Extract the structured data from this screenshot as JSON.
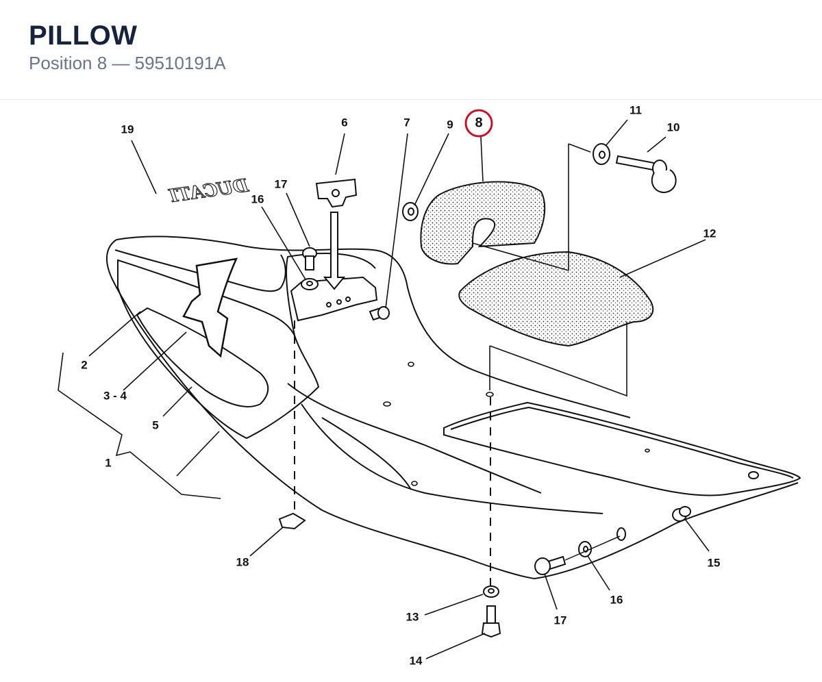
{
  "header": {
    "title": "PILLOW",
    "subtitle": "Position 8 — 59510191A"
  },
  "diagram": {
    "highlight_color": "#c0152b",
    "line_color": "#111111",
    "logo_text": "DUCATI",
    "callouts": {
      "c1": "1",
      "c2": "2",
      "c3_4": "3 - 4",
      "c5": "5",
      "c6": "6",
      "c7": "7",
      "c8": "8",
      "c9": "9",
      "c10": "10",
      "c11": "11",
      "c12": "12",
      "c13": "13",
      "c14": "14",
      "c15": "15",
      "c16_left": "16",
      "c16_right": "16",
      "c17_left": "17",
      "c17_right": "17",
      "c18": "18",
      "c19": "19"
    }
  }
}
